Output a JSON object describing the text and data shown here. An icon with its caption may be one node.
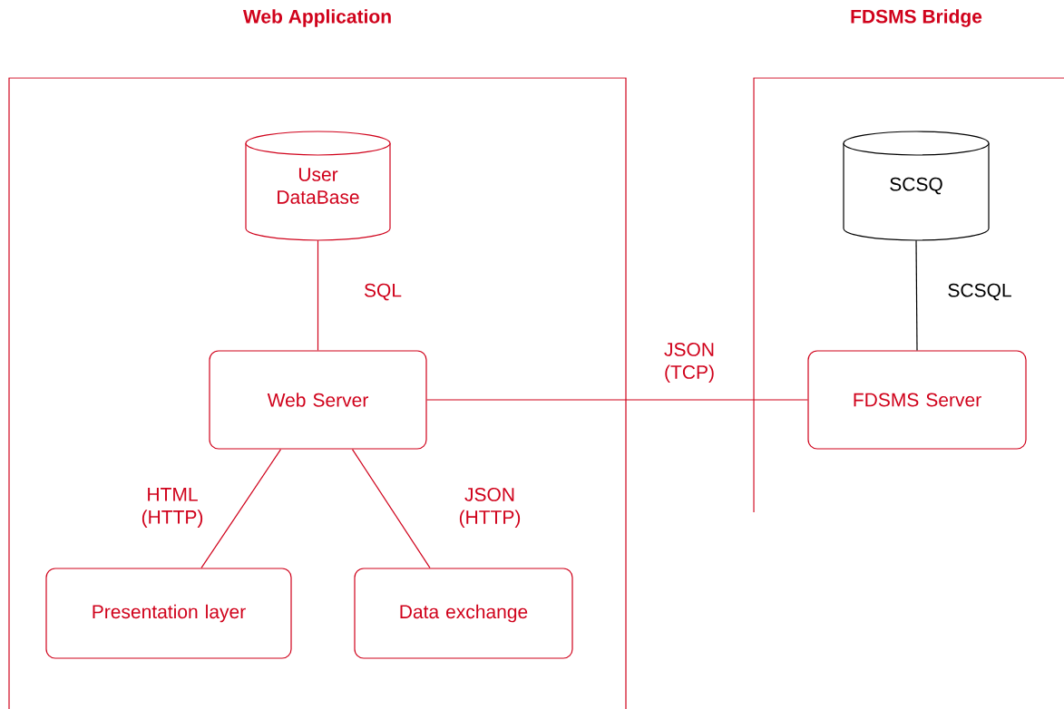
{
  "diagram": {
    "nodes": [
      {
        "text": [
          "Web Application"
        ]
      },
      {
        "text": [
          "FDSMS Bridge"
        ]
      },
      {
        "text": [
          "User DataBase"
        ],
        "in": 0
      },
      {
        "text": [
          "Web Server"
        ],
        "in": 0
      },
      {
        "text": [
          "Presentation layer"
        ],
        "in": 0
      },
      {
        "text": [
          "Data exchange"
        ],
        "in": 0
      },
      {
        "text": [
          "SCSQ"
        ],
        "in": 1
      },
      {
        "text": [
          "FDSMS Server"
        ],
        "in": 1
      }
    ],
    "edges": [
      {
        "from": 2,
        "to": 3,
        "arrow": "none",
        "label": "SQL"
      },
      {
        "from": 3,
        "to": 4,
        "arrow": "none",
        "label": "HTML (HTTP)"
      },
      {
        "from": 3,
        "to": 5,
        "arrow": "none",
        "label": "JSON (HTTP)"
      },
      {
        "from": 3,
        "to": 7,
        "arrow": "none",
        "label": "JSON (TCP)"
      },
      {
        "from": 6,
        "to": 7,
        "arrow": "none",
        "label": "SCSQL",
        "color": "#000000"
      }
    ]
  }
}
